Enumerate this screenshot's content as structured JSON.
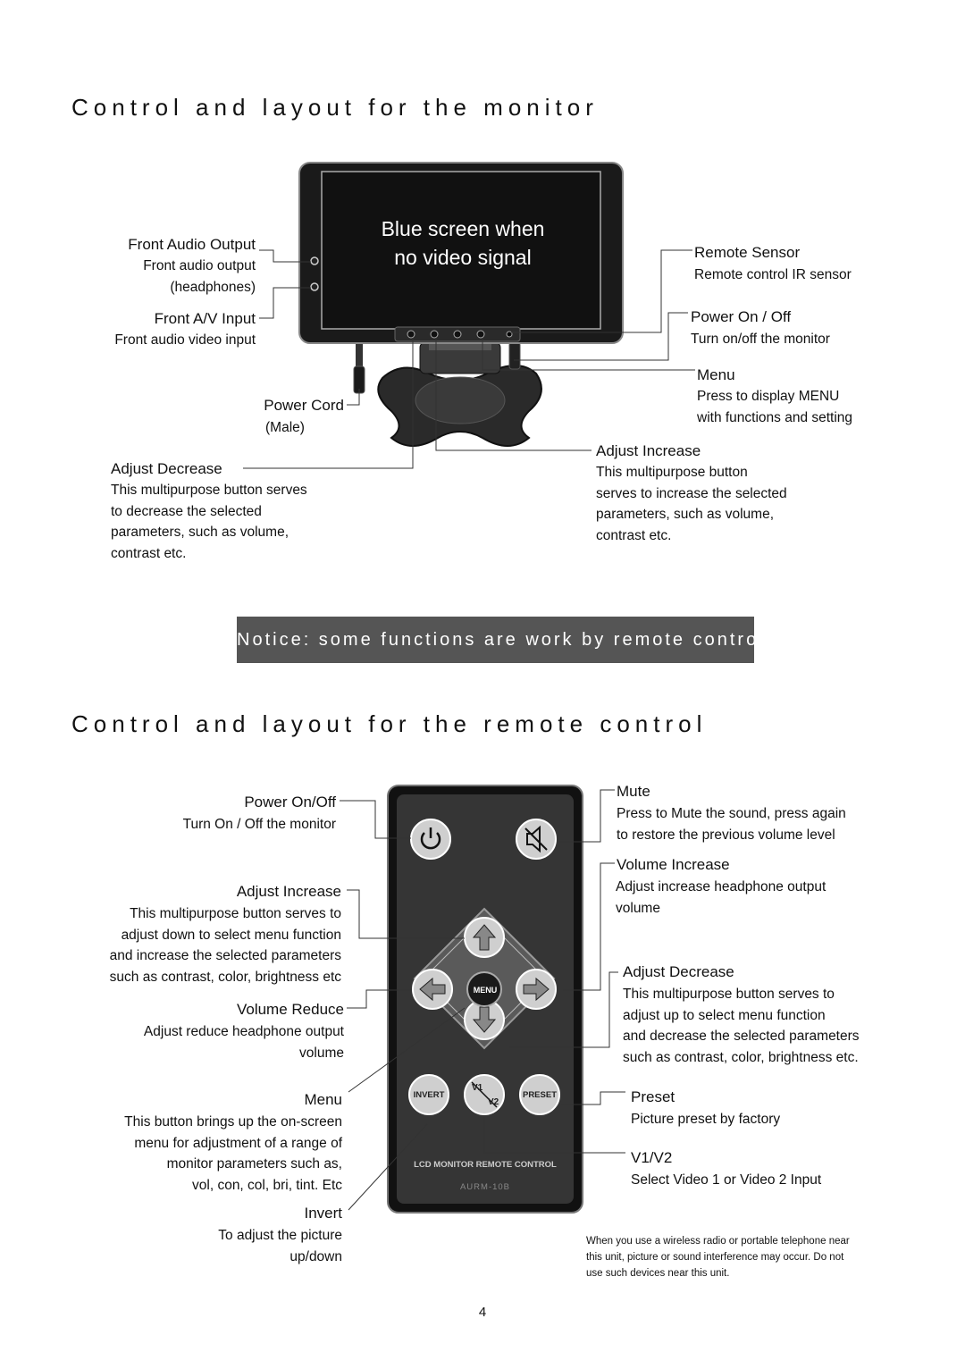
{
  "monitor_section": {
    "title": "Control and layout for the monitor",
    "screen_text_line1": "Blue screen when",
    "screen_text_line2": "no video signal",
    "front_audio_output": {
      "label": "Front Audio Output",
      "desc1": "Front audio output",
      "desc2": "(headphones)"
    },
    "front_av_input": {
      "label": "Front A/V Input",
      "desc": "Front audio video input"
    },
    "power_cord": {
      "label": "Power Cord",
      "desc": "(Male)"
    },
    "adjust_decrease": {
      "label": "Adjust Decrease",
      "desc": [
        "This multipurpose button serves",
        "to decrease the selected",
        "parameters, such as volume,",
        "contrast etc."
      ]
    },
    "remote_sensor": {
      "label": "Remote Sensor",
      "desc": "Remote control IR sensor"
    },
    "power_on_off": {
      "label": "Power On / Off",
      "desc": "Turn on/off the monitor"
    },
    "menu": {
      "label": "Menu",
      "desc": [
        "Press to display MENU",
        "with functions and setting"
      ]
    },
    "adjust_increase": {
      "label": "Adjust Increase",
      "desc": [
        "This multipurpose button",
        "serves to increase the selected",
        "parameters, such as volume,",
        "contrast etc."
      ]
    }
  },
  "notice": "Notice: some functions are work by remote control.",
  "remote_section": {
    "title": "Control  and layout for the remote control",
    "power_on_off": {
      "label": "Power On/Off",
      "desc": "Turn  On / Off  the monitor"
    },
    "adjust_increase": {
      "label": "Adjust Increase",
      "desc": [
        "This multipurpose button serves to",
        "adjust down to select menu function",
        "and increase the selected parameters",
        "such as contrast, color, brightness etc"
      ]
    },
    "volume_reduce": {
      "label": "Volume Reduce",
      "desc": [
        "Adjust reduce headphone output",
        "volume"
      ]
    },
    "menu": {
      "label": "Menu",
      "desc": [
        "This button brings up the on-screen",
        "menu for adjustment of a range of",
        "monitor parameters such as,",
        "vol, con, col, bri, tint. Etc"
      ]
    },
    "invert": {
      "label": "Invert",
      "desc": [
        "To adjust the picture",
        "up/down"
      ]
    },
    "mute": {
      "label": "Mute",
      "desc": [
        "Press to Mute the sound, press again",
        "to restore the previous volume level"
      ]
    },
    "volume_increase": {
      "label": "Volume Increase",
      "desc": [
        "Adjust increase  headphone output",
        "volume"
      ]
    },
    "adjust_decrease": {
      "label": "Adjust Decrease",
      "desc": [
        "This multipurpose button serves to",
        "adjust up to select menu function",
        "and decrease the selected parameters",
        "such as contrast, color, brightness etc."
      ]
    },
    "preset": {
      "label": "Preset",
      "desc": "Picture preset by factory"
    },
    "v1v2": {
      "label": "V1/V2",
      "desc": "Select Video 1 or Video 2 Input"
    },
    "remote_buttons": {
      "menu": "MENU",
      "invert": "INVERT",
      "preset": "PRESET",
      "v1": "V1",
      "v2": "V2"
    },
    "remote_brand": "LCD MONITOR REMOTE CONTROL",
    "remote_model": "AURM-10B"
  },
  "warning": [
    "When you use a wireless radio or portable telephone near",
    "this unit, picture or sound interference may occur. Do not",
    "use such devices near this unit."
  ],
  "page_number": "4"
}
